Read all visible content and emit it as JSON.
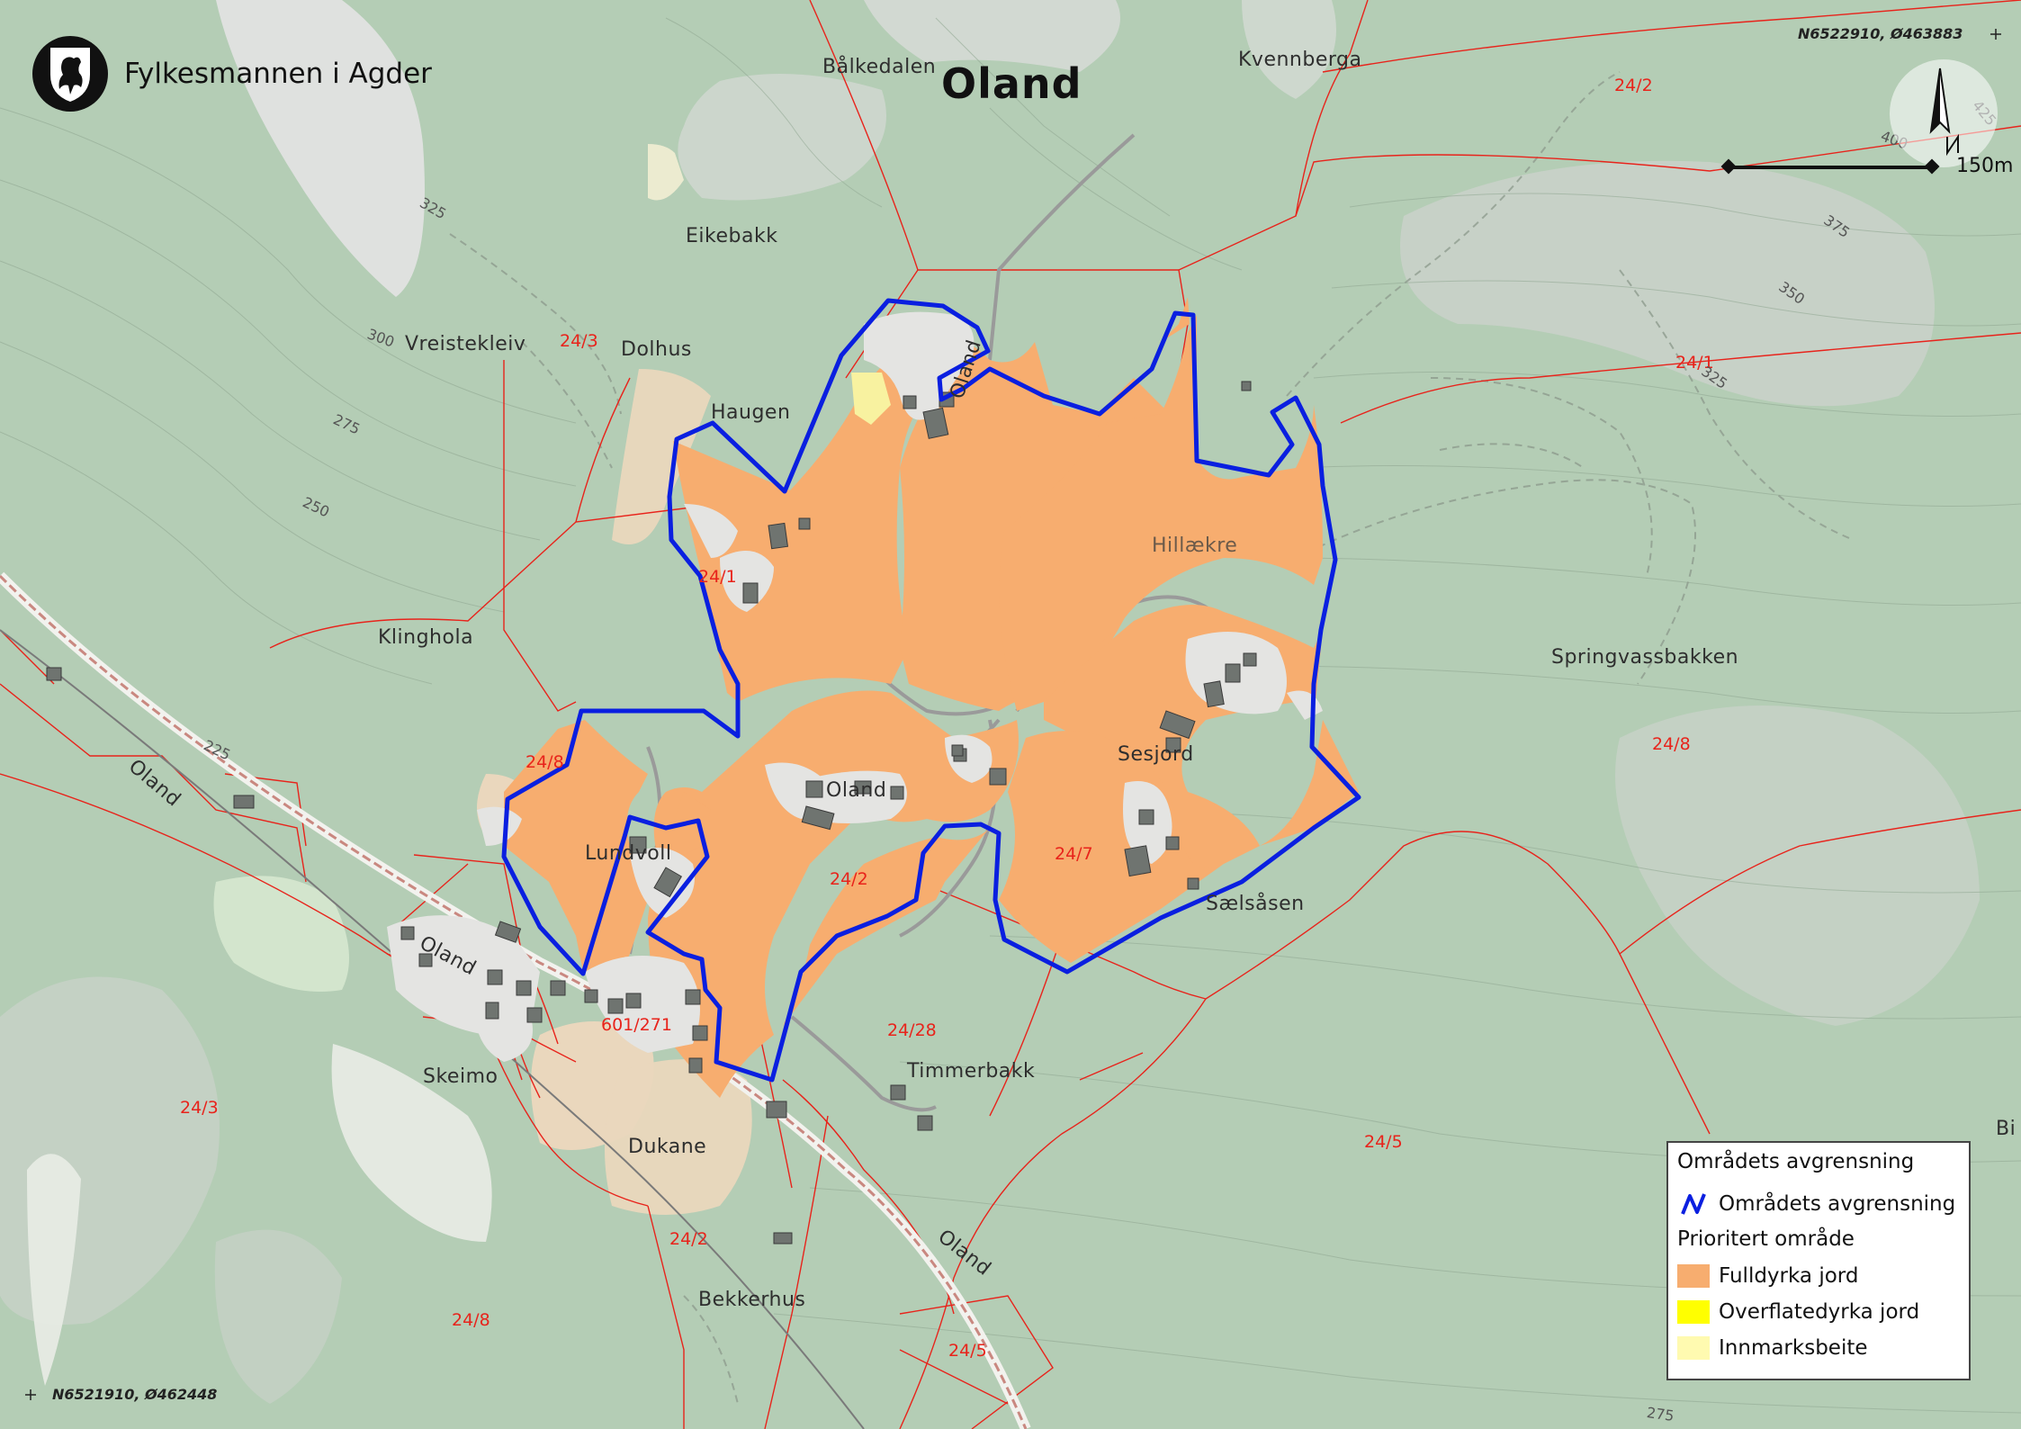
{
  "header": {
    "org_name": "Fylkesmannen i Agder",
    "map_title": "Oland"
  },
  "coords": {
    "top_right": "N6522910, Ø463883",
    "bottom_left": "N6521910, Ø462448"
  },
  "scale": {
    "label": "150m"
  },
  "places": {
    "balkedalen": "Bålkedalen",
    "kvennberga": "Kvennberga",
    "eikebakk": "Eikebakk",
    "vreistekleiv": "Vreistekleiv",
    "dolhus": "Dolhus",
    "haugen": "Haugen",
    "hillaekre": "Hillækre",
    "klinghola": "Klinghola",
    "springvassbakken": "Springvassbakken",
    "oland_farm": "Oland",
    "sesjord": "Sesjord",
    "lundvoll": "Lundvoll",
    "saelsasen": "Sælsåsen",
    "oland_road_1": "Oland",
    "oland_road_2": "Oland",
    "oland_road_3": "Oland",
    "oland_road_4": "Oland",
    "skeimo": "Skeimo",
    "timmerbakk": "Timmerbakk",
    "dukane": "Dukane",
    "bekkerhus": "Bekkerhus",
    "bi_edge": "Bi"
  },
  "parcels": {
    "p1": "24/2",
    "p2": "24/3",
    "p3": "24/1",
    "p4": "24/1",
    "p5": "24/8",
    "p6": "24/2",
    "p7": "24/7",
    "p8": "24/8",
    "p9": "601/271",
    "p10": "24/28",
    "p11": "24/3",
    "p12": "24/5",
    "p13": "24/2",
    "p14": "24/8",
    "p15": "24/5"
  },
  "contours": {
    "c325a": "325",
    "c300": "300",
    "c275a": "275",
    "c250": "250",
    "c225": "225",
    "c425": "425",
    "c400": "400",
    "c375": "375",
    "c350": "350",
    "c325b": "325",
    "c275b": "275"
  },
  "legend": {
    "title": "Områdets avgrensning",
    "boundary_label": "Områdets avgrensning",
    "subtitle": "Prioritert område",
    "items": [
      {
        "label": "Fulldyrka jord",
        "color": "#f7ad6f"
      },
      {
        "label": "Overflatedyrka jord",
        "color": "#ffff00"
      },
      {
        "label": "Innmarksbeite",
        "color": "#fffab0"
      }
    ]
  },
  "colors": {
    "boundary": "#0a1fe0",
    "parcel_line": "#e8231b",
    "fulldyrka": "#f7ad6f",
    "overflatedyrka": "#ffff00",
    "innmarksbeite": "#fffab0",
    "terrain": "#b4cdb5"
  },
  "icons": {
    "north_arrow": "north-arrow-icon",
    "emblem": "lion-emblem-icon",
    "boundary_symbol": "boundary-line-icon"
  }
}
